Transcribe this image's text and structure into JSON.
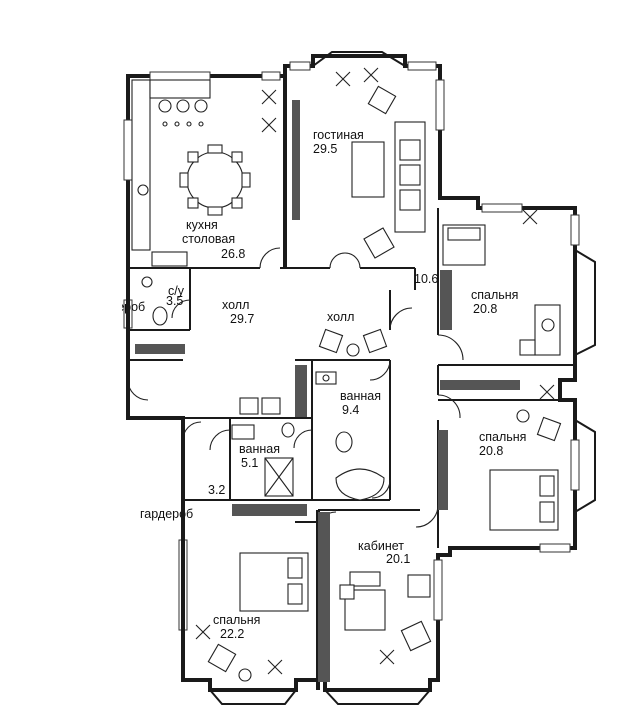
{
  "rooms": {
    "living": {
      "name": "гостиная",
      "area": "29.5"
    },
    "kitchen": {
      "name1": "кухня",
      "name2": "столовая",
      "area": "26.8"
    },
    "wc": {
      "name": "с/у",
      "area": "3.5"
    },
    "wardrobe_left": {
      "name": "гардероб"
    },
    "hall1": {
      "name": "холл",
      "area": "29.7"
    },
    "hall2": {
      "name": "холл"
    },
    "corridor": {
      "area": "10.6"
    },
    "bedroom1": {
      "name": "спальня",
      "area": "20.8"
    },
    "bedroom2": {
      "name": "спальня",
      "area": "20.8"
    },
    "bath1": {
      "name": "ванная",
      "area": "9.4"
    },
    "bath2": {
      "name": "ванная",
      "area": "5.1"
    },
    "wardrobe2": {
      "area": "3.2",
      "name": "гардероб"
    },
    "cabinet": {
      "name": "кабинет",
      "area": "20.1"
    },
    "bedroom3": {
      "name": "спальня",
      "area": "22.2"
    }
  },
  "colors": {
    "wall": "#1a1a1a",
    "hatch": "#555555",
    "background": "#ffffff"
  }
}
